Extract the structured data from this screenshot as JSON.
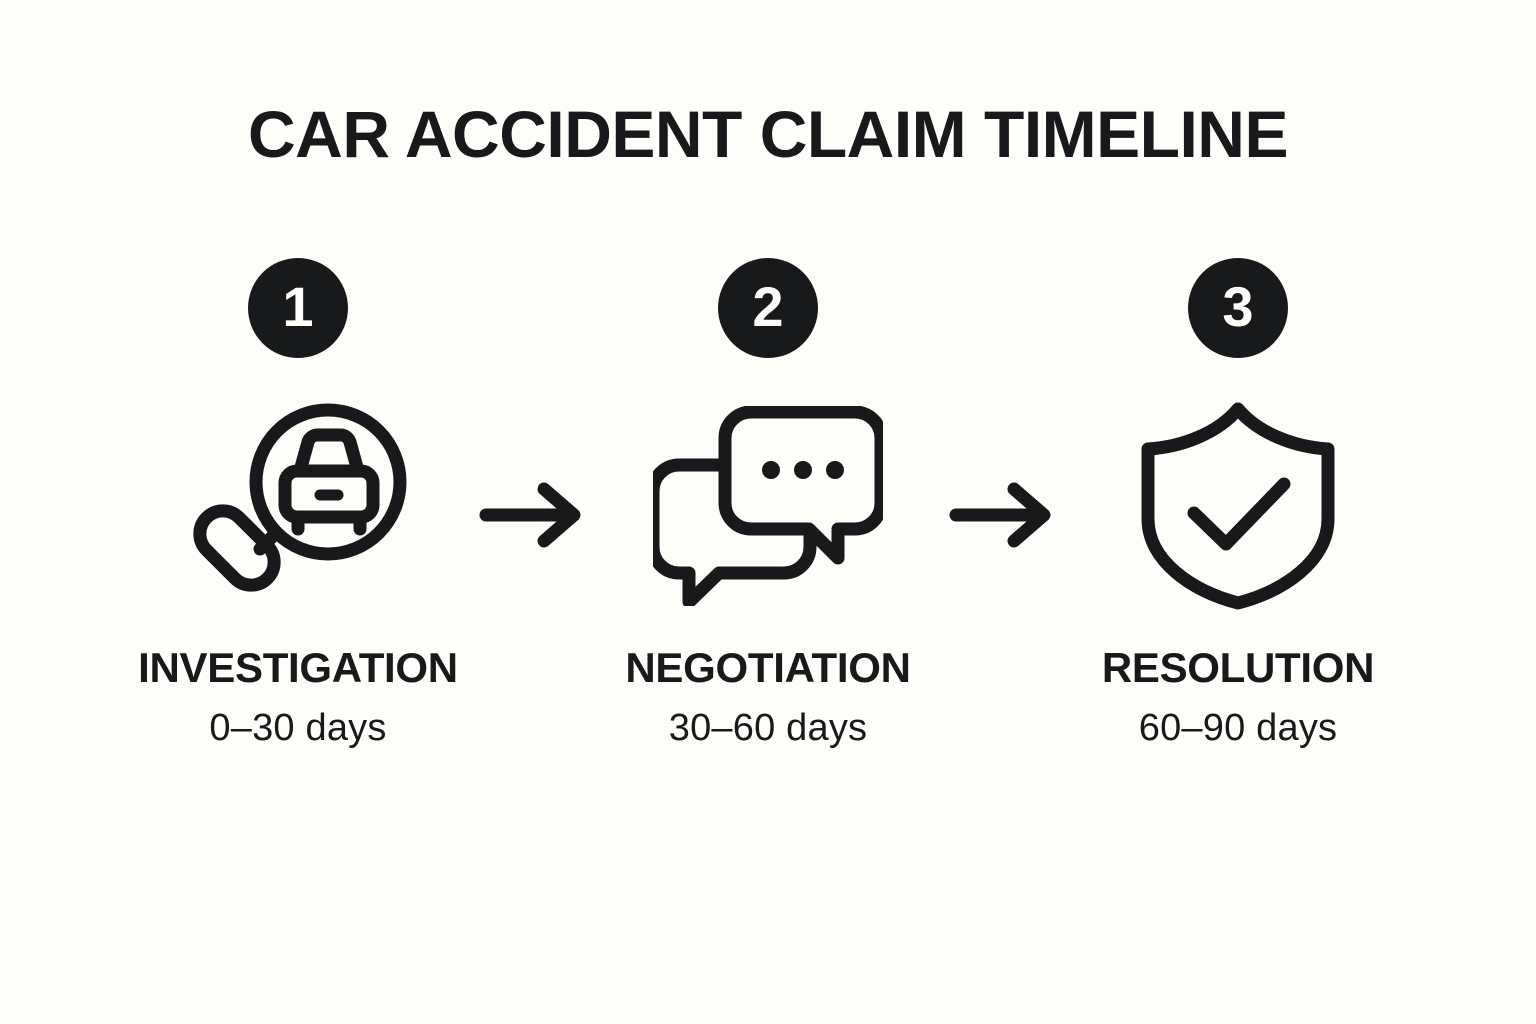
{
  "header": {
    "title": "CAR ACCIDENT CLAIM TIMELINE"
  },
  "theme": {
    "background": "#fdfdfa",
    "ink": "#17191a",
    "badge_text": "#fdfdfa"
  },
  "timeline": {
    "steps": [
      {
        "number": "1",
        "label": "INVESTIGATION",
        "duration": "0–30 days",
        "icon": "magnifier-car-icon"
      },
      {
        "number": "2",
        "label": "NEGOTIATION",
        "duration": "30–60 days",
        "icon": "speech-bubbles-icon"
      },
      {
        "number": "3",
        "label": "RESOLUTION",
        "duration": "60–90 days",
        "icon": "shield-check-icon"
      }
    ],
    "connectors": [
      {
        "icon": "arrow-right-icon"
      },
      {
        "icon": "arrow-right-icon"
      }
    ]
  }
}
